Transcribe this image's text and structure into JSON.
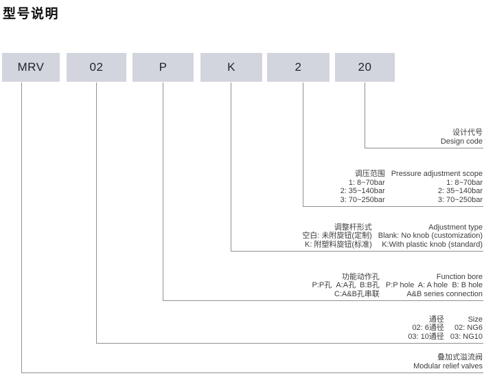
{
  "title": "型号说明",
  "model_boxes": [
    "MRV",
    "02",
    "P",
    "K",
    "2",
    "20"
  ],
  "sections": [
    {
      "id": "design-code",
      "rows": [
        [
          "",
          "设计代号"
        ],
        [
          "",
          "Design code"
        ]
      ]
    },
    {
      "id": "pressure-adjustment-scope",
      "rows": [
        [
          "调压范围",
          "Pressure adjustment scope"
        ],
        [
          "1: 8~70bar",
          "1: 8~70bar"
        ],
        [
          "2: 35~140bar",
          "2: 35~140bar"
        ],
        [
          "3: 70~250bar",
          "3: 70~250bar"
        ]
      ]
    },
    {
      "id": "adjustment-type",
      "rows": [
        [
          "调整杆形式",
          "Adjustment type"
        ],
        [
          "空白: 未附旋钮(定制)",
          "Blank: No knob (customization)"
        ],
        [
          "K: 附塑料旋钮(标准)",
          "K:With plastic knob (standard)"
        ]
      ]
    },
    {
      "id": "function-bore",
      "rows": [
        [
          "功能动作孔",
          "Function bore"
        ],
        [
          "P:P孔  A:A孔  B:B孔",
          "P:P hole  A: A hole  B: B hole"
        ],
        [
          "C:A&B孔串联",
          "A&B series connection"
        ]
      ]
    },
    {
      "id": "size",
      "rows": [
        [
          "通径",
          "Size"
        ],
        [
          "02: 6通径",
          "02: NG6"
        ],
        [
          "03: 10通径",
          "03: NG10"
        ]
      ]
    },
    {
      "id": "product",
      "rows": [
        [
          "",
          "叠加式溢流阀"
        ],
        [
          "",
          "Modular relief valves"
        ]
      ]
    }
  ],
  "colors": {
    "box_fill": "#d2d4de",
    "line": "#8f8f8f",
    "text": "#3c3c3c",
    "title": "#0d0d0d"
  }
}
